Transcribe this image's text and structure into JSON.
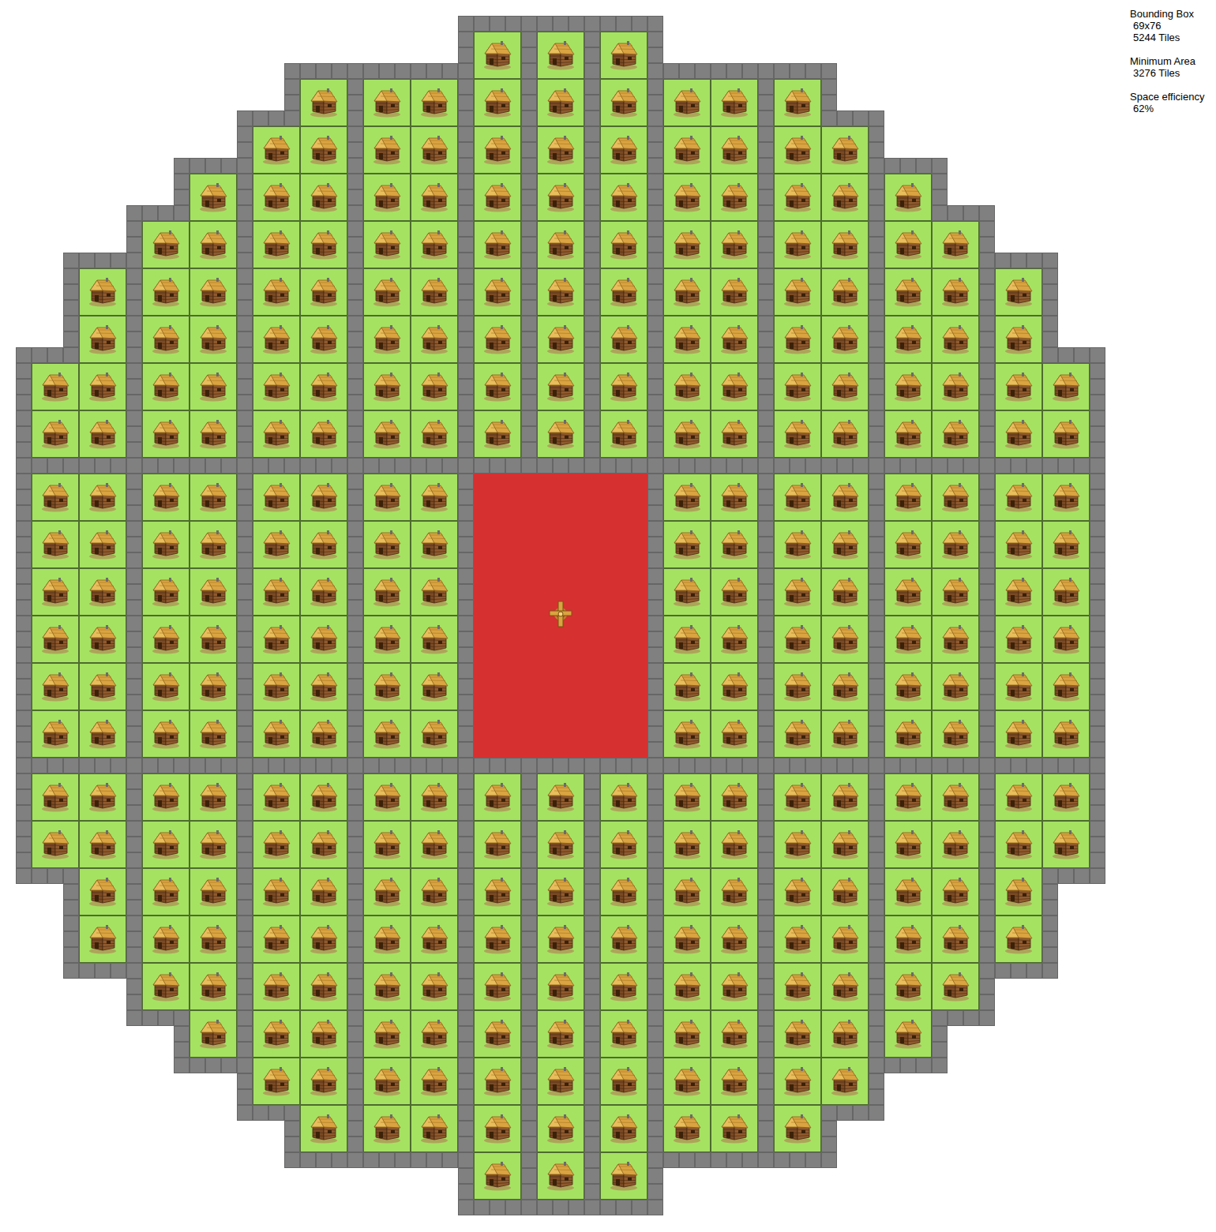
{
  "diagram": {
    "labels": [
      "Bounding Box",
      "69x76",
      "5244 Tiles",
      "Minimum Area",
      "3276 Tiles",
      "Space efficiency",
      "62%"
    ]
  }
}
